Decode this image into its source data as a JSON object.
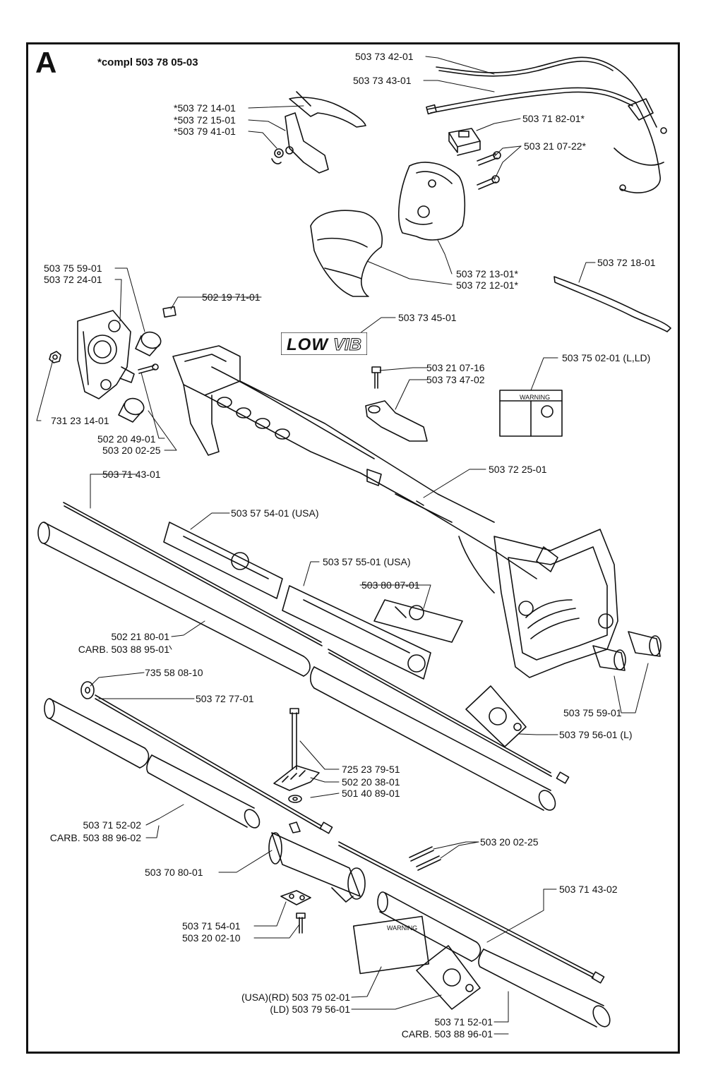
{
  "section": "A",
  "compl_note": "*compl 503 78 05-03",
  "logo_text": "LOW VIB",
  "labels": {
    "l_734242": "503 73 42-01",
    "l_734243": "503 73 43-01",
    "l_721401": "*503 72 14-01",
    "l_721501": "*503 72 15-01",
    "l_794101": "*503 79 41-01",
    "l_718201": "503 71 82-01*",
    "l_210722": "503 21 07-22*",
    "l_721301": "503 72 13-01*",
    "l_721201": "503 72 12-01*",
    "l_721801": "503 72 18-01",
    "l_755901a": "503 75 59-01",
    "l_722401": "503 72 24-01",
    "l_197101": "502 19 71-01",
    "l_734501": "503 73 45-01",
    "l_210716": "503 21 07-16",
    "l_734702": "503 73 47-02",
    "l_750201": "503 75 02-01 (L,LD)",
    "l_231401": "731 23 14-01",
    "l_204901": "502 20 49-01",
    "l_200225a": "503 20 02-25",
    "l_714301": "503 71 43-01",
    "l_722501": "503 72 25-01",
    "l_575401": "503 57 54-01 (USA)",
    "l_575501": "503 57 55-01 (USA)",
    "l_808701": "503 80 87-01",
    "l_218001": "502 21 80-01",
    "l_889501": "CARB. 503 88 95-01",
    "l_580810": "735 58 08-10",
    "l_727701": "503 72 77-01",
    "l_755901b": "503 75 59-01",
    "l_795601": "503 79 56-01 (L)",
    "l_237951": "725 23 79-51",
    "l_203801": "502 20 38-01",
    "l_408901": "501 40 89-01",
    "l_715202": "503 71 52-02",
    "l_889602": "CARB. 503 88 96-02",
    "l_200225b": "503 20 02-25",
    "l_708001": "503 70 80-01",
    "l_714302": "503 71 43-02",
    "l_715401": "503 71 54-01",
    "l_200210": "503 20 02-10",
    "l_usa_rd": "(USA)(RD) 503 75 02-01",
    "l_ld": "(LD) 503 79 56-01",
    "l_715201": "503 71 52-01",
    "l_889601": "CARB. 503 88 96-01"
  },
  "decal_texts": {
    "warning": "WARNING"
  }
}
